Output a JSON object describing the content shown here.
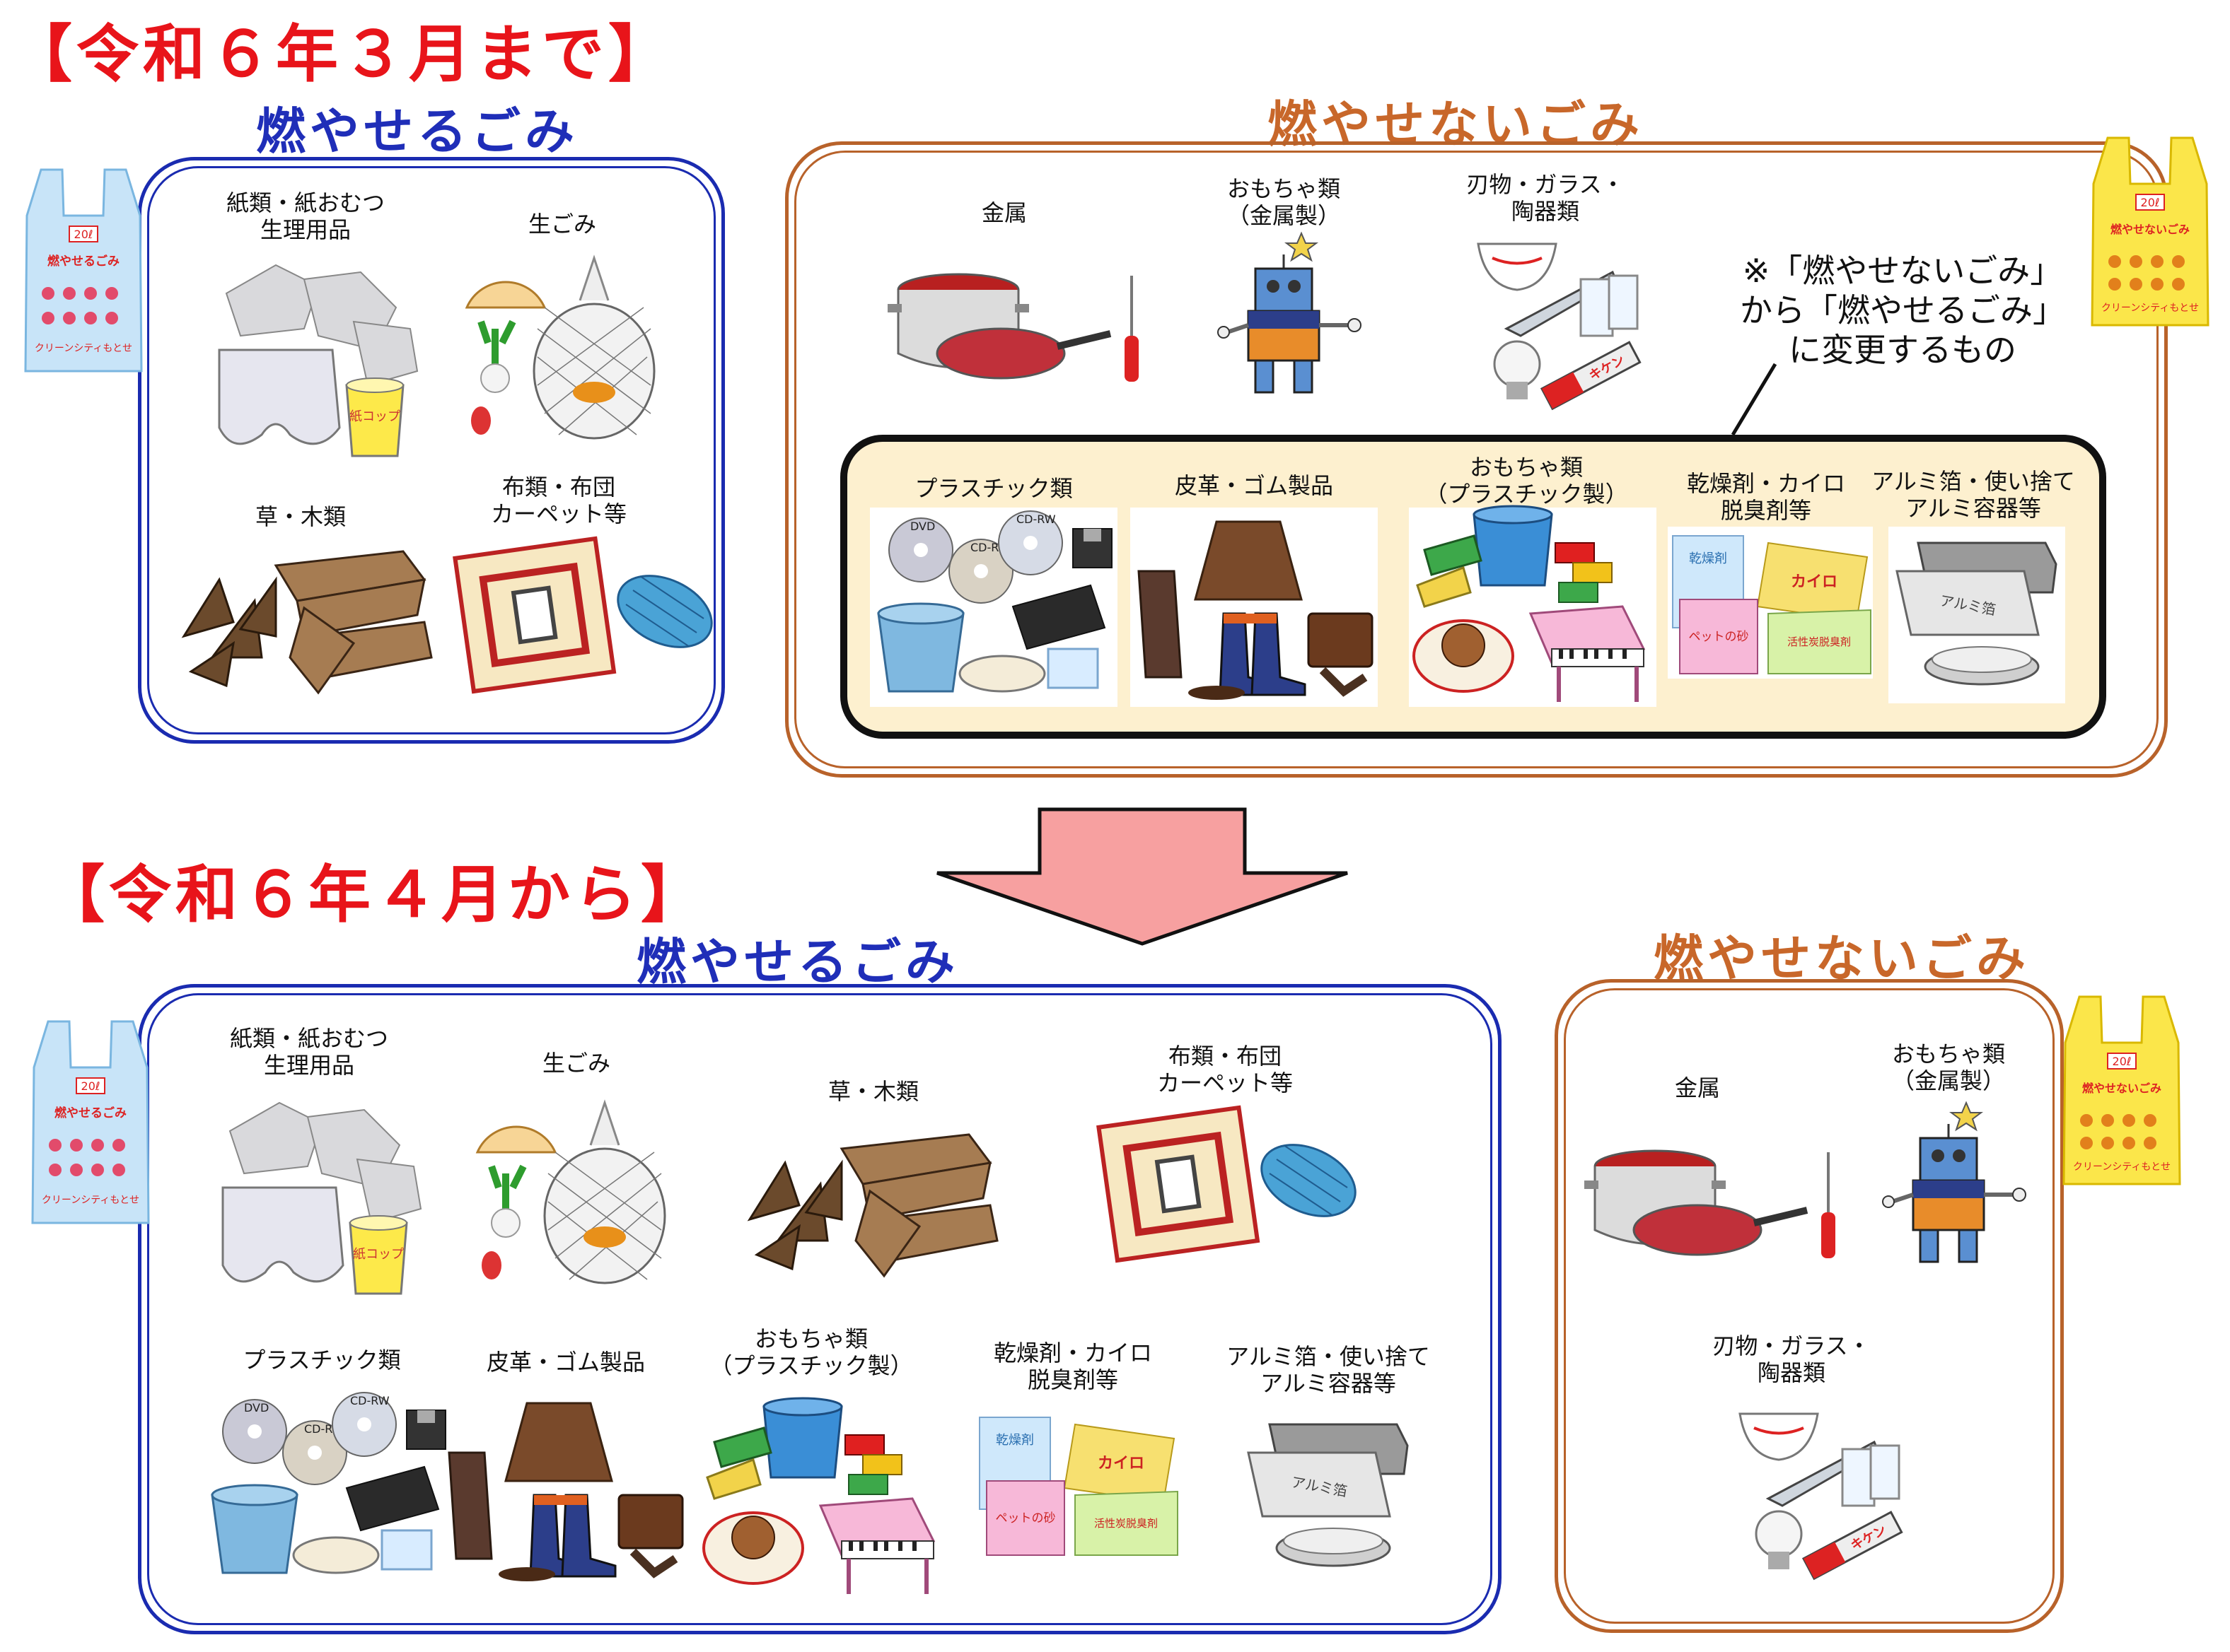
{
  "before": {
    "heading": "【令和６年３月まで】",
    "burnable_title": "燃やせるごみ",
    "nonburnable_title": "燃やせないごみ",
    "burnable_items": [
      {
        "label": "紙類・紙おむつ\n生理用品",
        "icon": "paper-diaper-icon"
      },
      {
        "label": "生ごみ",
        "icon": "food-waste-icon"
      },
      {
        "label": "草・木類",
        "icon": "grass-wood-icon"
      },
      {
        "label": "布類・布団\nカーペット等",
        "icon": "cloth-carpet-icon"
      }
    ],
    "nonburnable_items": [
      {
        "label": "金属",
        "icon": "metal-pot-icon"
      },
      {
        "label": "おもちゃ類\n（金属製）",
        "icon": "metal-toy-robot-icon"
      },
      {
        "label": "刃物・ガラス・\n陶器類",
        "icon": "knife-glass-ceramic-icon"
      }
    ],
    "note": "※「燃やせないごみ」\nから「燃やせるごみ」\nに変更するもの",
    "changed_items": [
      {
        "label": "プラスチック類",
        "icon": "plastic-items-icon"
      },
      {
        "label": "皮革・ゴム製品",
        "icon": "leather-rubber-icon"
      },
      {
        "label": "おもちゃ類\n（プラスチック製）",
        "icon": "plastic-toy-icon"
      },
      {
        "label": "乾燥剤・カイロ\n脱臭剤等",
        "icon": "desiccant-icon"
      },
      {
        "label": "アルミ箔・使い捨て\nアルミ容器等",
        "icon": "aluminum-foil-icon"
      }
    ]
  },
  "after": {
    "heading": "【令和６年４月から】",
    "burnable_title": "燃やせるごみ",
    "nonburnable_title": "燃やせないごみ",
    "burnable_items": [
      {
        "label": "紙類・紙おむつ\n生理用品",
        "icon": "paper-diaper-icon"
      },
      {
        "label": "生ごみ",
        "icon": "food-waste-icon"
      },
      {
        "label": "草・木類",
        "icon": "grass-wood-icon"
      },
      {
        "label": "布類・布団\nカーペット等",
        "icon": "cloth-carpet-icon"
      },
      {
        "label": "プラスチック類",
        "icon": "plastic-items-icon"
      },
      {
        "label": "皮革・ゴム製品",
        "icon": "leather-rubber-icon"
      },
      {
        "label": "おもちゃ類\n（プラスチック製）",
        "icon": "plastic-toy-icon"
      },
      {
        "label": "乾燥剤・カイロ\n脱臭剤等",
        "icon": "desiccant-icon"
      },
      {
        "label": "アルミ箔・使い捨て\nアルミ容器等",
        "icon": "aluminum-foil-icon"
      }
    ],
    "nonburnable_items": [
      {
        "label": "金属",
        "icon": "metal-pot-icon"
      },
      {
        "label": "おもちゃ類\n（金属製）",
        "icon": "metal-toy-robot-icon"
      },
      {
        "label": "刃物・ガラス・\n陶器類",
        "icon": "knife-glass-ceramic-icon"
      }
    ]
  },
  "bags": {
    "burnable_bag_lines": [
      "20ℓ",
      "燃やせるごみ",
      "クリーンシティもとせ"
    ],
    "nonburnable_bag_lines": [
      "20ℓ",
      "燃やせないごみ",
      "クリーンシティもとせ"
    ]
  },
  "illustration_text": {
    "paper_cup": "紙コップ",
    "dvd": "DVD",
    "cdr": "CD-R",
    "cdrw": "CD-RW",
    "drying_agent": "乾燥剤",
    "kairo": "カイロ",
    "pet_sand": "ペットの砂",
    "charcoal_deodorant": "活性炭脱臭剤",
    "aluminum": "アルミ箔",
    "kiken": "キケン"
  },
  "colors": {
    "heading_red": "#e8141a",
    "burnable_blue": "#1f2eb8",
    "nonburnable_orange": "#c8672a",
    "arrow_pink": "#f7a0a0",
    "cream": "#fdf0cf"
  }
}
